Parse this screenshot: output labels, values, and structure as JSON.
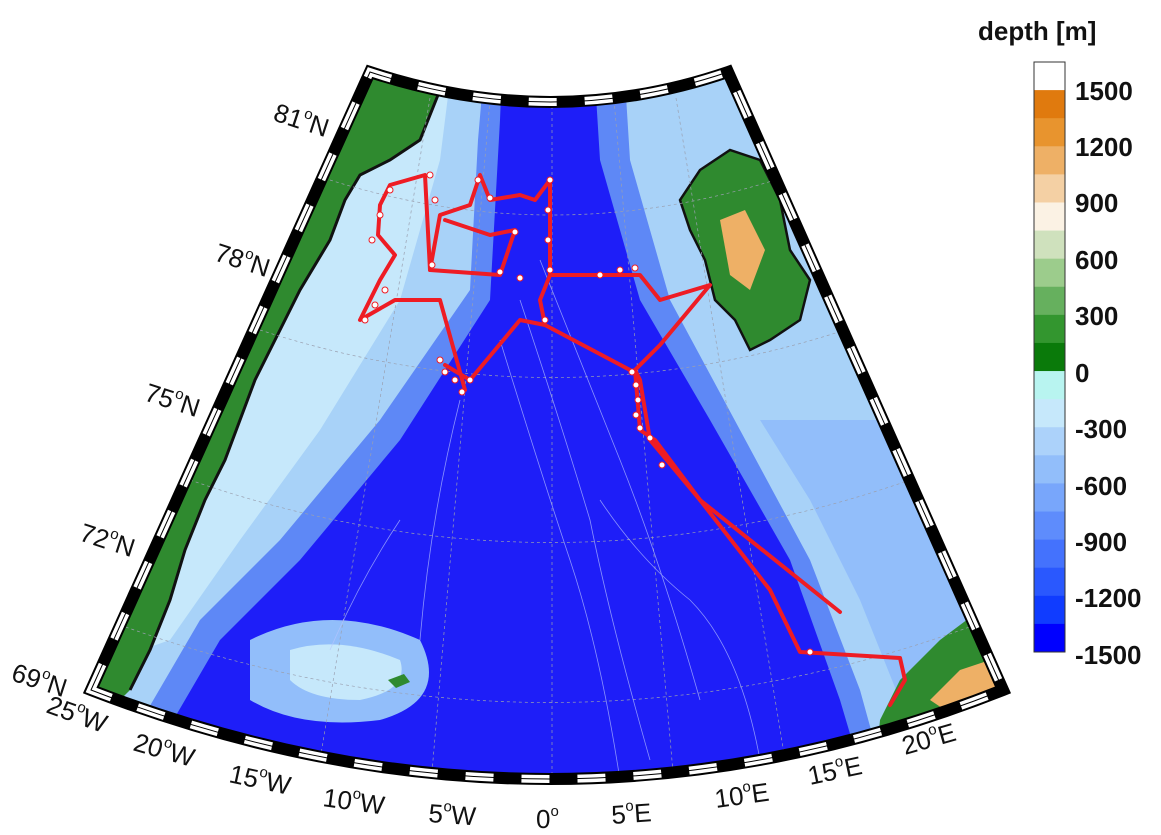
{
  "colorbar": {
    "title": "depth [m]",
    "tick_labels": [
      "1500",
      "1200",
      "900",
      "600",
      "300",
      "0",
      "-300",
      "-600",
      "-900",
      "-1200",
      "-1500"
    ],
    "colors": [
      "#ffffff",
      "#e07a0e",
      "#e8942e",
      "#eeb066",
      "#f4d0a4",
      "#fbf2e4",
      "#cfe1bd",
      "#9ccc8c",
      "#66b05e",
      "#33962f",
      "#0a7a0a",
      "#b8f4f0",
      "#c6e8fb",
      "#acd2fa",
      "#92befa",
      "#78a6fb",
      "#5e8cfc",
      "#4472fd",
      "#2a58fe",
      "#103cff",
      "#0000ff"
    ]
  },
  "lat_labels": [
    {
      "deg": "81",
      "hemi": "N"
    },
    {
      "deg": "78",
      "hemi": "N"
    },
    {
      "deg": "75",
      "hemi": "N"
    },
    {
      "deg": "72",
      "hemi": "N"
    },
    {
      "deg": "69",
      "hemi": "N"
    }
  ],
  "lon_labels": [
    {
      "deg": "25",
      "hemi": "W"
    },
    {
      "deg": "20",
      "hemi": "W"
    },
    {
      "deg": "15",
      "hemi": "W"
    },
    {
      "deg": "10",
      "hemi": "W"
    },
    {
      "deg": "5",
      "hemi": "W"
    },
    {
      "deg": "0",
      "hemi": ""
    },
    {
      "deg": "5",
      "hemi": "E"
    },
    {
      "deg": "10",
      "hemi": "E"
    },
    {
      "deg": "15",
      "hemi": "E"
    },
    {
      "deg": "20",
      "hemi": "E"
    }
  ],
  "colors": {
    "deep_ocean": "#1e1ef8",
    "shelf": "#a8d2f8",
    "slope": "#5e88f6",
    "land_green": "#2f8a2f",
    "ice_white": "#f4f4f4",
    "track_red": "#ee1c24",
    "frame_black": "#000000"
  }
}
